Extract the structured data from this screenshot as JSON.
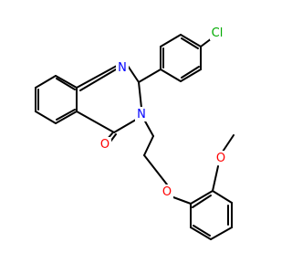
{
  "structure": {
    "atoms": {
      "n1": {
        "label": "N",
        "color": "#0000ff"
      },
      "n3": {
        "label": "N",
        "color": "#0000ff"
      },
      "o_carbonyl": {
        "label": "O",
        "color": "#ff0000"
      },
      "o_ether": {
        "label": "O",
        "color": "#ff0000"
      },
      "o_methoxy": {
        "label": "O",
        "color": "#ff0000"
      },
      "cl": {
        "label": "Cl",
        "color": "#00aa00"
      }
    },
    "bond_color": "#000000"
  }
}
